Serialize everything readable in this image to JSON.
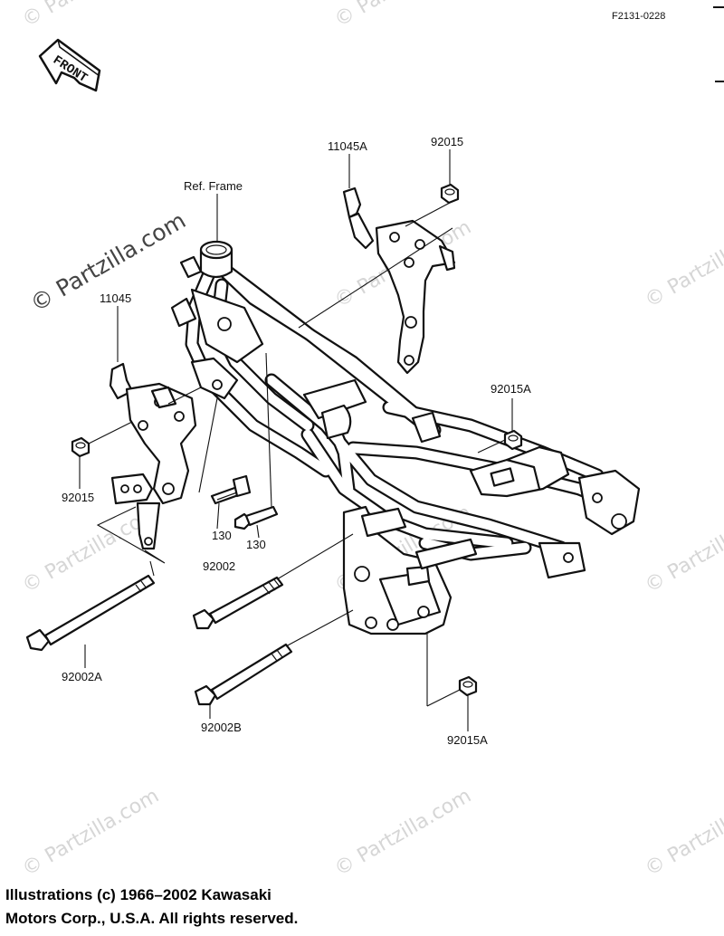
{
  "figure_code": "F2131-0228",
  "front_label": "FRONT",
  "watermark": "© Partzilla.com",
  "callouts": {
    "ref_frame": "Ref. Frame",
    "p11045A": "11045A",
    "p92015_top": "92015",
    "p11045": "11045",
    "p92015_left": "92015",
    "p92015A_right": "92015A",
    "p130_a": "130",
    "p130_b": "130",
    "p92002": "92002",
    "p92002A": "92002A",
    "p92002B": "92002B",
    "p92015A_bottom": "92015A"
  },
  "footer": {
    "line1": "Illustrations (c) 1966–2002 Kawasaki",
    "line2": "Motors Corp., U.S.A.  All rights reserved."
  }
}
